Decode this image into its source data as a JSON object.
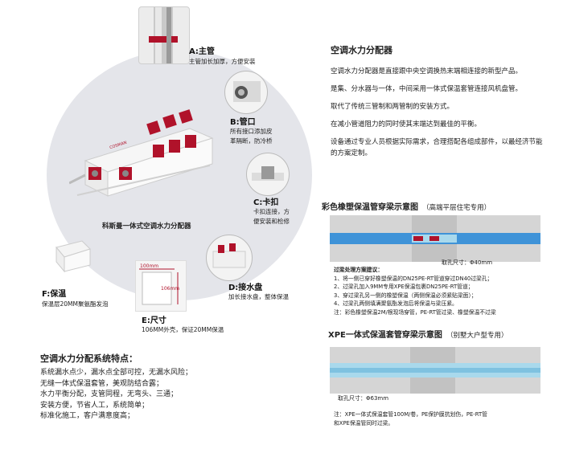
{
  "labels": {
    "a_title": "A:主管",
    "a_sub": "主管加长加厚，方便安装",
    "b_title": "B:管口",
    "b_sub1": "所有接口添加皮",
    "b_sub2": "革隔断，防冷桥",
    "c_title": "C:卡扣",
    "c_sub1": "卡扣连接，方",
    "c_sub2": "便安装和检修",
    "d_title": "D:接水盘",
    "d_sub": "加长接水盘，整体保温",
    "e_title": "E:尺寸",
    "e_sub": "106MM外壳，保证20MM保温",
    "f_title": "F:保温",
    "f_sub": "保温层20MM聚氨酯发泡",
    "caption": "科斯曼一体式空调水力分配器",
    "dim_100": "100mm",
    "dim_106": "106mm",
    "brand": "COSMAN"
  },
  "features": {
    "title": "空调水力分配系统特点：",
    "lines": [
      "系统漏水点少，漏水点全部可控，无漏水风险；",
      "无缝一体式保温套管，美观防结合露；",
      "水力平衡分配，支管同程，无弯头、三通；",
      "安装方便，节省人工，系统简单；",
      "标准化施工，客户满意度高；"
    ]
  },
  "right": {
    "title": "空调水力分配器",
    "paragraphs": [
      "空调水力分配器是直接跟中央空调换热末端相连接的新型产品。",
      "是集、分水器与一体，中间采用一体式保温套管连接风机盘管。",
      "取代了传统三管制和两管制的安装方式。",
      "在减小管道阻力的同时使其末端达到最佳的平衡。",
      "设备通过专业人员根据实际需求，合理搭配各组成部件，以最经济节能的方案定制。"
    ]
  },
  "diagram1": {
    "title": "彩色橡塑保温管穿梁示意图",
    "note": "（高端平层住宅专用）",
    "hole": "取孔尺寸：Φ40mm",
    "list_title": "过梁处理方案建议：",
    "items": [
      "1、将一侧已穿好橡塑保温的DN25PE-RT管道穿过DN40过梁孔；",
      "2、过梁孔加入9MM专用XPE保温包裹DN25PE-RT管道；",
      "3、穿过梁孔另一侧的橡塑保温（两侧保温必须紧贴梁面）；",
      "4、过梁孔两侧填满聚氨酯发泡后将保温与梁压紧。",
      "注：彩色橡塑保温2M/根现场穿管，PE-RT管过梁、橡塑保温不过梁"
    ]
  },
  "diagram2": {
    "title": "XPE一体式保温套管穿梁示意图",
    "note": "（别墅大户型专用）",
    "hole": "取孔尺寸：Φ63mm",
    "notes": [
      "注：XPE一体式保温套管100M/卷，PE保护膜抗划伤，PE-RT管",
      "和XPE保温管同时过梁。"
    ]
  },
  "colors": {
    "pipe_red": "#b0122a",
    "pipe_blue": "#3f93d8",
    "pipe_blue_light": "#a9d9ec",
    "disc": "#e4e5ea"
  }
}
